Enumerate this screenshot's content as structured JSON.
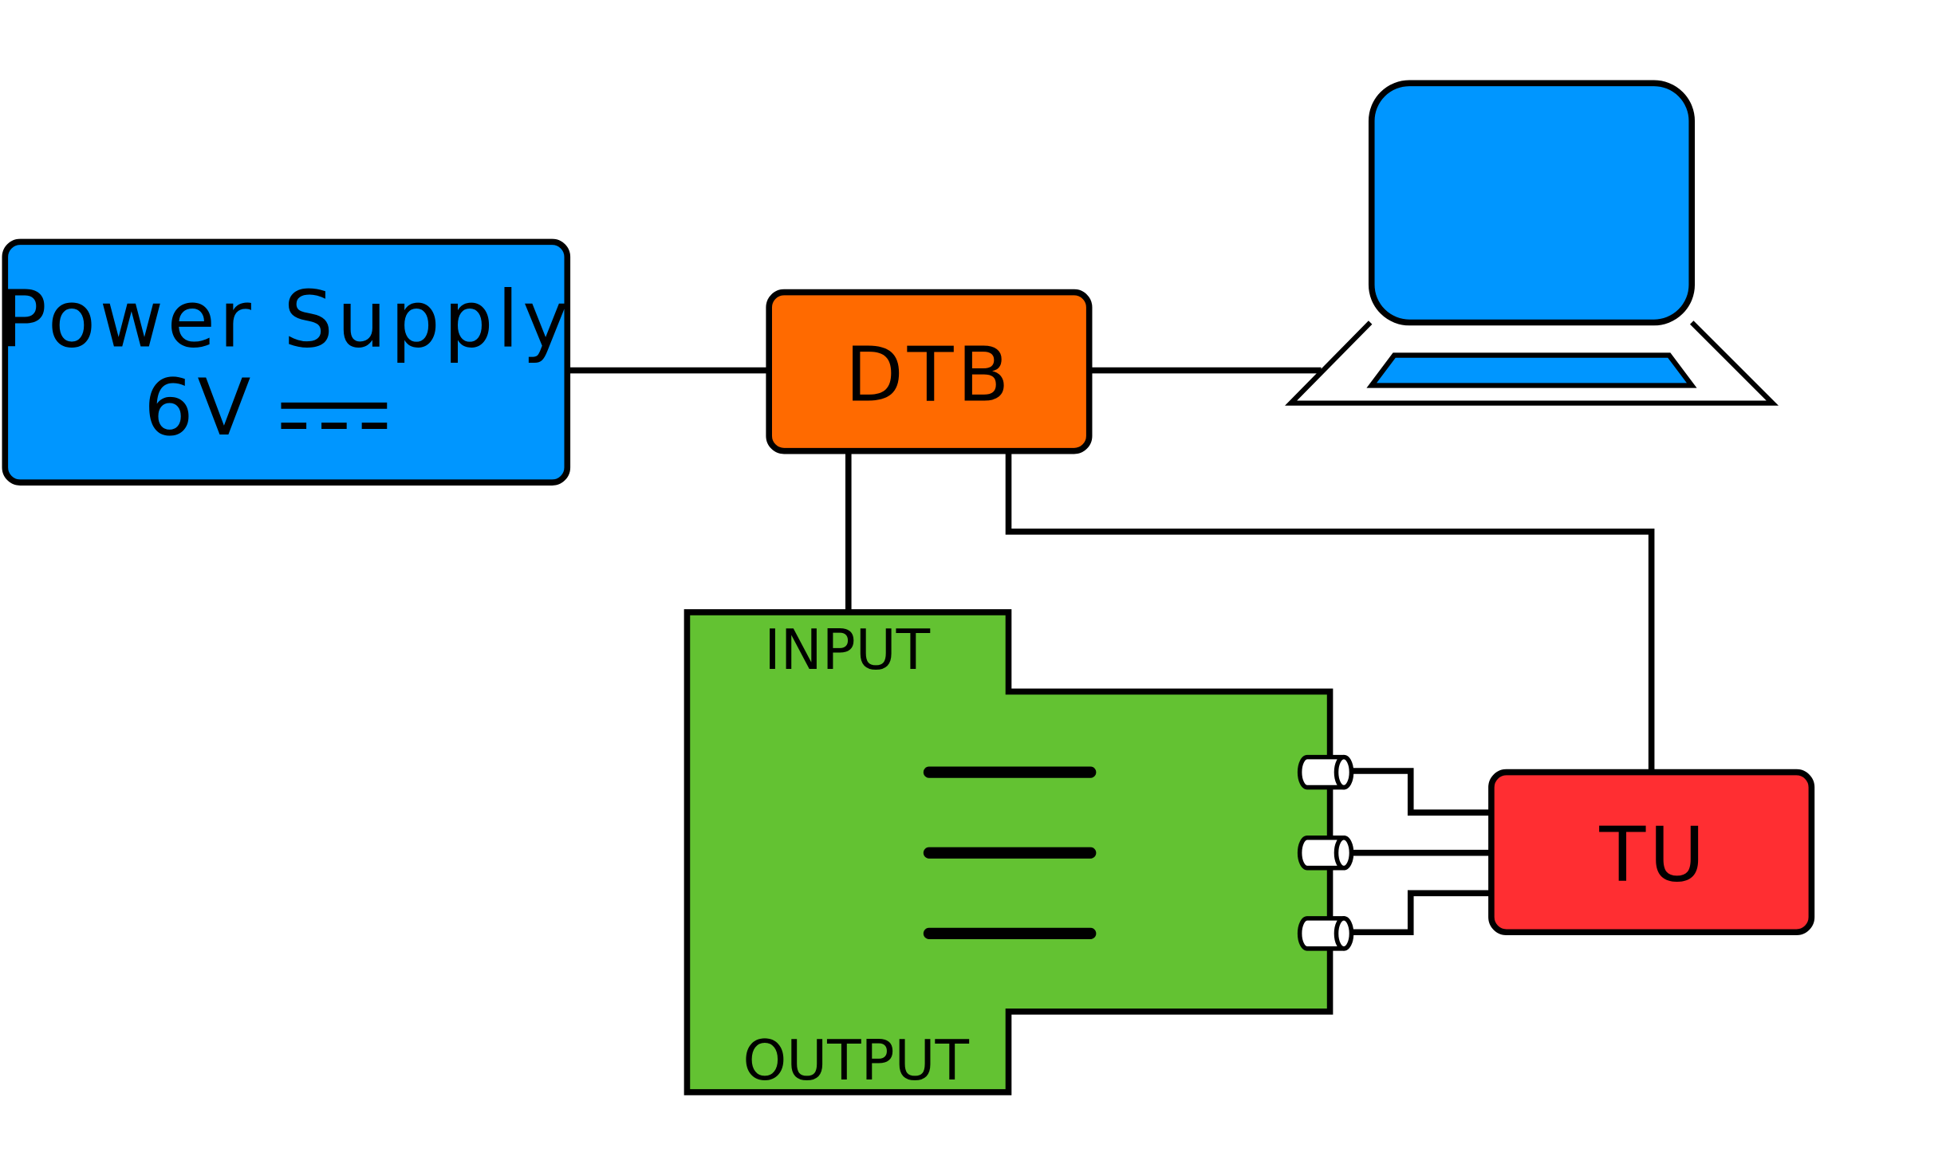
{
  "blocks": {
    "power_supply": {
      "line1": "Power Supply",
      "line2": "6V"
    },
    "dtb": {
      "label": "DTB"
    },
    "tu": {
      "label": "TU"
    },
    "module": {
      "input_label": "INPUT",
      "output_label": "OUTPUT"
    }
  },
  "icons": {
    "dc_symbol": "dc-symbol-icon",
    "laptop": "laptop-icon",
    "connectors": "coax-connector-icon"
  },
  "colors": {
    "power_supply": "#0096FF",
    "dtb": "#FF6A00",
    "laptop": "#0096FF",
    "module": "#63C232",
    "tu": "#FF2E32",
    "line": "#000000"
  }
}
